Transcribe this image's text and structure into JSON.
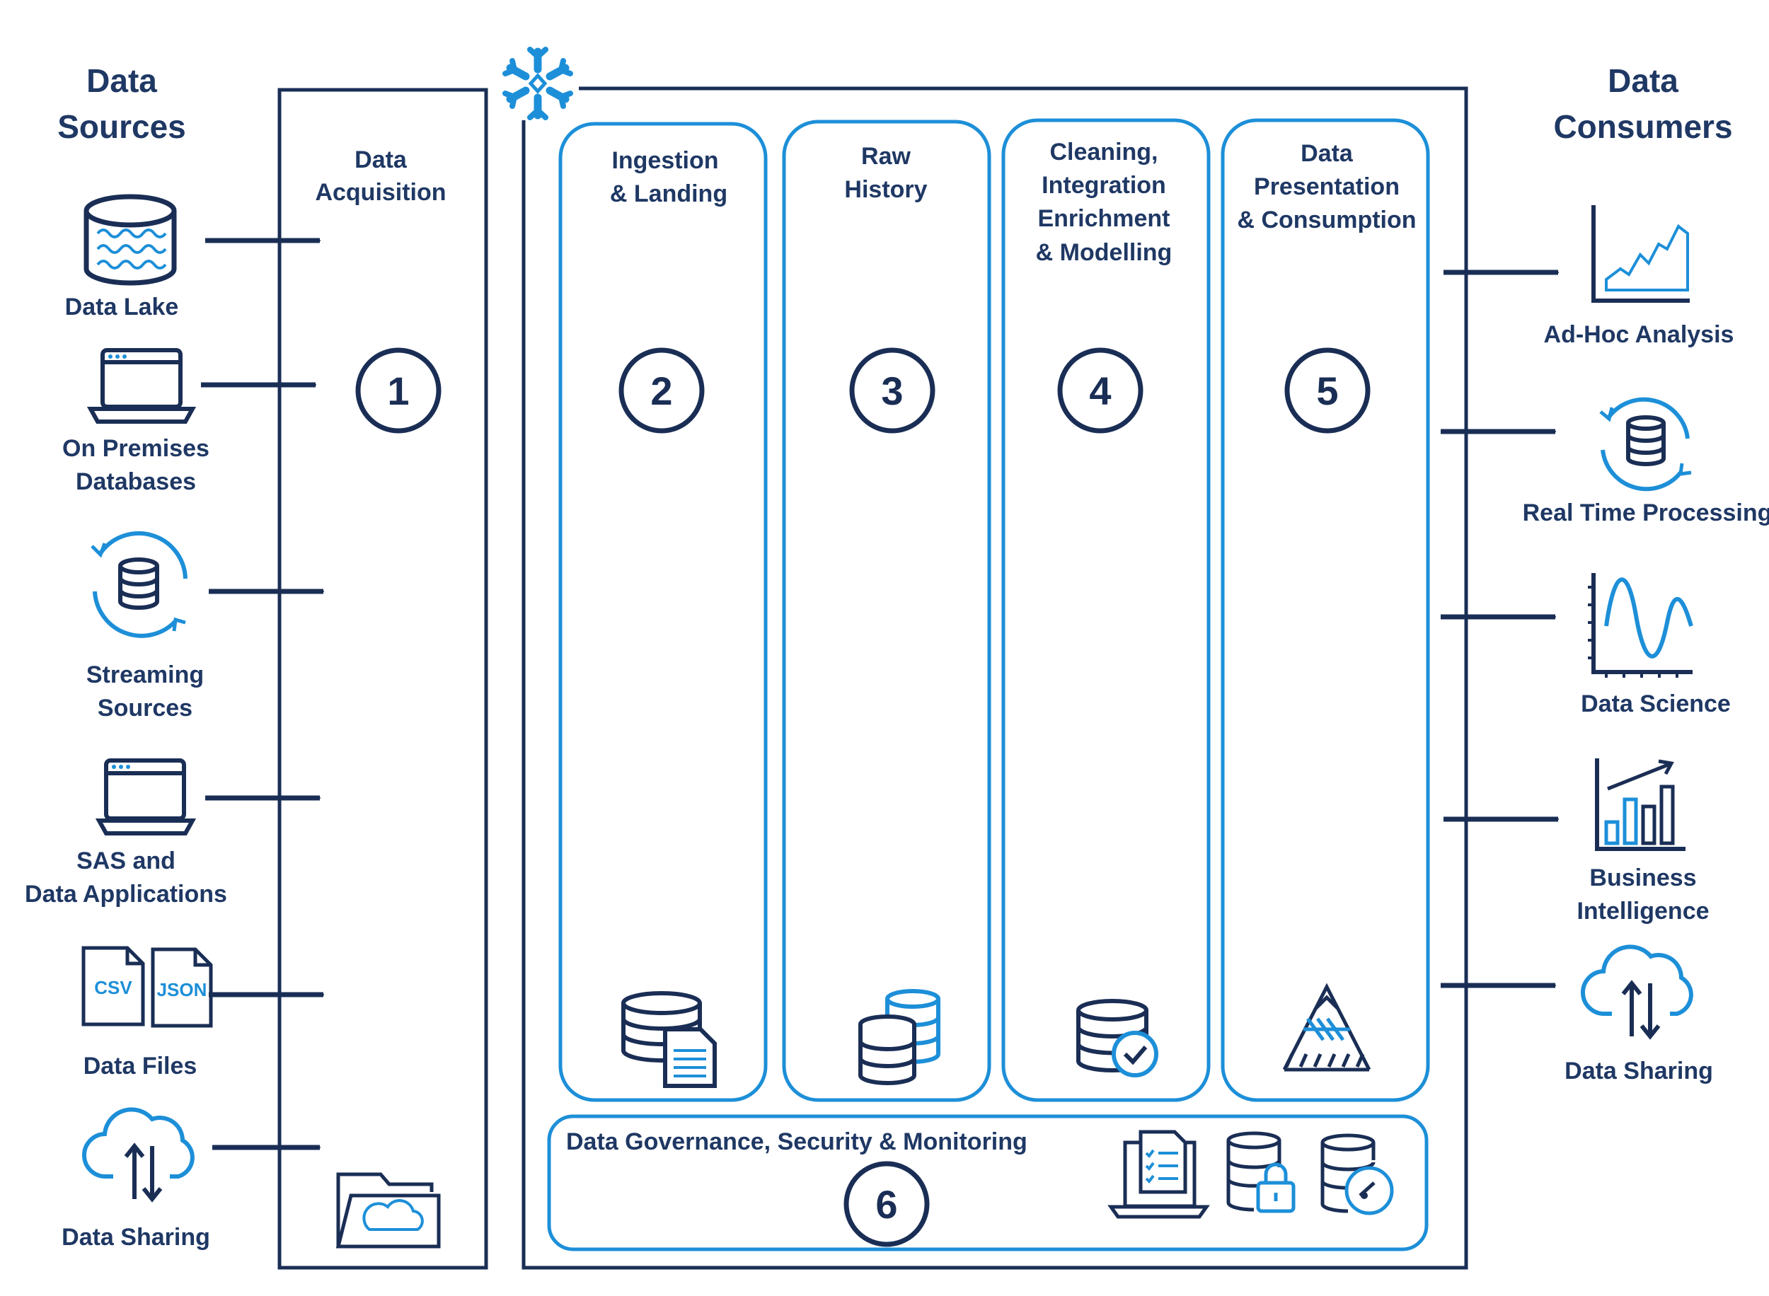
{
  "colors": {
    "navy": "#1a2e55",
    "accent": "#1d8fd8",
    "text": "#1f3864"
  },
  "sources": {
    "title_line1": "Data",
    "title_line2": "Sources",
    "items": [
      {
        "lines": [
          "Data Lake"
        ],
        "icon": "data-lake-icon"
      },
      {
        "lines": [
          "On Premises",
          "Databases"
        ],
        "icon": "laptop-icon"
      },
      {
        "lines": [
          "Streaming",
          "Sources"
        ],
        "icon": "streaming-database-icon"
      },
      {
        "lines": [
          "SAS and",
          "Data Applications"
        ],
        "icon": "laptop-icon"
      },
      {
        "lines": [
          "Data Files"
        ],
        "icon": "csv-json-files-icon"
      },
      {
        "lines": [
          "Data Sharing"
        ],
        "icon": "cloud-sync-icon"
      }
    ],
    "file_labels": [
      "CSV",
      "JSON"
    ]
  },
  "acquisition": {
    "title_line1": "Data",
    "title_line2": "Acquisition",
    "number": "1",
    "icon": "cloud-folder-icon"
  },
  "platform": {
    "logo_icon": "snowflake-icon",
    "stages": [
      {
        "lines": [
          "Ingestion",
          "& Landing"
        ],
        "number": "2",
        "icon": "database-document-icon"
      },
      {
        "lines": [
          "Raw",
          "History"
        ],
        "number": "3",
        "icon": "stacked-databases-icon"
      },
      {
        "lines": [
          "Cleaning,",
          "Integration",
          "Enrichment",
          "& Modelling"
        ],
        "number": "4",
        "icon": "database-check-icon"
      },
      {
        "lines": [
          "Data",
          "Presentation",
          "& Consumption"
        ],
        "number": "5",
        "icon": "mountain-icon"
      }
    ],
    "governance": {
      "label": "Data Governance, Security & Monitoring",
      "number": "6",
      "icons": [
        "laptop-checklist-icon",
        "database-lock-icon",
        "database-gauge-icon"
      ]
    }
  },
  "consumers": {
    "title_line1": "Data",
    "title_line2": "Consumers",
    "items": [
      {
        "lines": [
          "Ad-Hoc Analysis"
        ],
        "icon": "line-chart-icon"
      },
      {
        "lines": [
          "Real Time Processing"
        ],
        "icon": "realtime-database-icon"
      },
      {
        "lines": [
          "Data Science"
        ],
        "icon": "sine-wave-chart-icon"
      },
      {
        "lines": [
          "Business",
          "Intelligence"
        ],
        "icon": "bar-chart-trend-icon"
      },
      {
        "lines": [
          "Data Sharing"
        ],
        "icon": "cloud-sync-icon"
      }
    ]
  }
}
